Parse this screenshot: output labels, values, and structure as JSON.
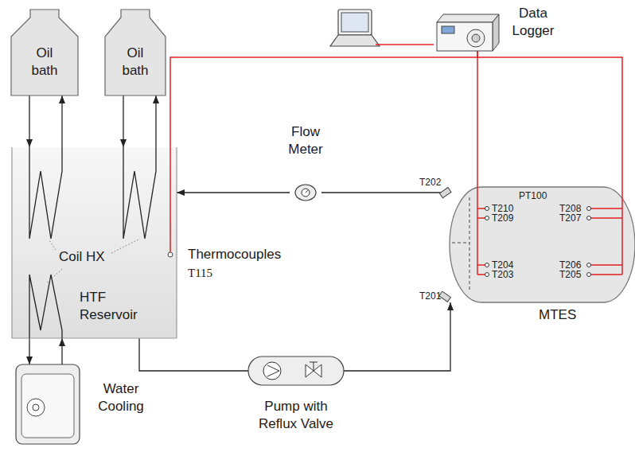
{
  "diagram": {
    "nodes": [
      {
        "text": [
          "Oil bath"
        ]
      },
      {
        "text": [
          "Oil bath"
        ]
      },
      {
        "text": [
          "Data Logger"
        ]
      },
      {
        "text": [
          "Flow Meter"
        ]
      },
      {
        "text": [
          "HTF Reservoir"
        ]
      },
      {
        "text": [
          "MTES"
        ]
      },
      {
        "text": [
          "Pump with Reflux Valve"
        ]
      },
      {
        "text": [
          "Water Cooling"
        ]
      }
    ],
    "edges": [
      {
        "from": 0,
        "to": 4,
        "arrow": "both"
      },
      {
        "from": 1,
        "to": 4,
        "arrow": "both"
      },
      {
        "from": 2,
        "to": 4,
        "arrow": "none"
      },
      {
        "from": 2,
        "to": 5,
        "arrow": "none"
      },
      {
        "from": 5,
        "to": 3,
        "arrow": "none"
      },
      {
        "from": 3,
        "to": 4,
        "arrow": "to"
      },
      {
        "from": 4,
        "to": 6,
        "arrow": "none"
      },
      {
        "from": 6,
        "to": 5,
        "arrow": "to"
      },
      {
        "from": 4,
        "to": 7,
        "arrow": "both"
      }
    ],
    "labels": [
      "PT100",
      "T210",
      "T209",
      "T208",
      "T207",
      "T204",
      "T203",
      "T206",
      "T205",
      "T202",
      "T201",
      "Thermocouples",
      "T115",
      "Coil HX"
    ]
  }
}
